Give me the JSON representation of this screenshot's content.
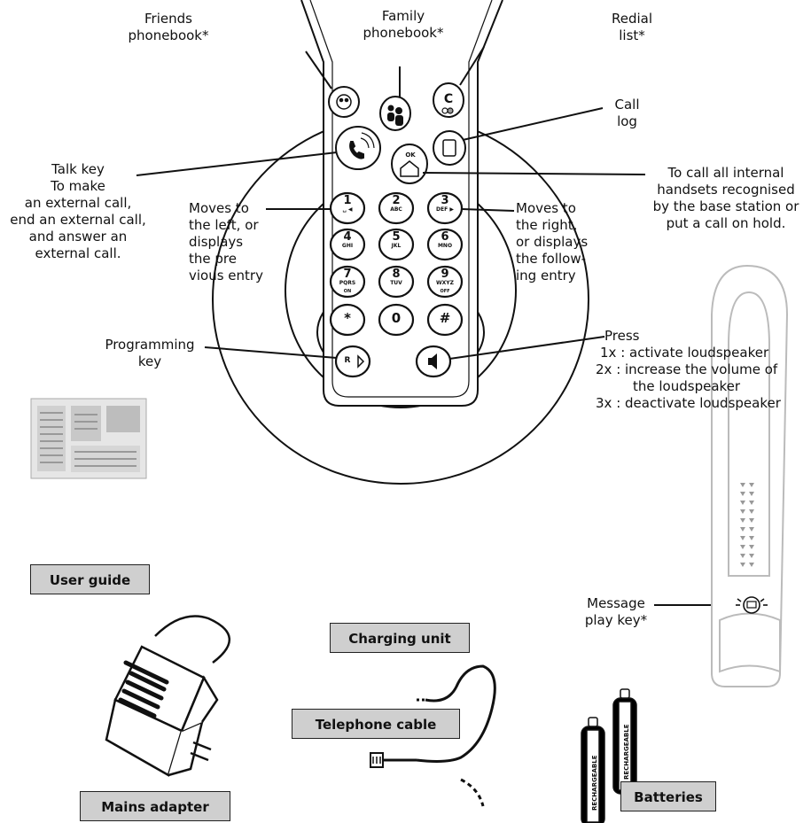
{
  "callouts": {
    "friends": [
      "Friends",
      "phonebook*"
    ],
    "family": [
      "Family",
      "phonebook*"
    ],
    "redial": [
      "Redial",
      "list*"
    ],
    "call_log": [
      "Call",
      "log"
    ],
    "talk_key": [
      "Talk key",
      "To make",
      "an external call,",
      "end an external call,",
      "and answer an",
      "external call."
    ],
    "internal": [
      "To call all internal",
      "handsets recognised",
      "by the base station or",
      "put a call on hold."
    ],
    "moves_left": [
      "Moves to",
      "the left, or",
      "displays",
      "the pre",
      "vious entry"
    ],
    "moves_right": [
      "Moves to",
      "the right,",
      "or displays",
      "the follow-",
      "ing entry"
    ],
    "programming": [
      "Programming",
      "key"
    ],
    "press": [
      "Press",
      "1x : activate loudspeaker",
      "2x : increase the volume of",
      "the loudspeaker",
      "3x : deactivate loudspeaker"
    ],
    "message": [
      "Message",
      "play key*"
    ]
  },
  "items": {
    "user_guide": "User guide",
    "charging_unit": "Charging unit",
    "telephone_cable": "Telephone cable",
    "mains_adapter": "Mains adapter",
    "batteries": "Batteries"
  },
  "keypad": [
    {
      "num": "1",
      "sub": "␣ ◀"
    },
    {
      "num": "2",
      "sub": "ABC"
    },
    {
      "num": "3",
      "sub": "DEF ▶"
    },
    {
      "num": "4",
      "sub": "GHI"
    },
    {
      "num": "5",
      "sub": "JKL"
    },
    {
      "num": "6",
      "sub": "MNO"
    },
    {
      "num": "7",
      "sub": "PQRS"
    },
    {
      "num": "8",
      "sub": "TUV"
    },
    {
      "num": "9",
      "sub": "WXYZ"
    },
    {
      "num": "*",
      "sub": ""
    },
    {
      "num": "0",
      "sub": ""
    },
    {
      "num": "#",
      "sub": ""
    }
  ],
  "keys": {
    "ok": "OK",
    "clear": "C",
    "r": "R",
    "on": "ON",
    "off": "OFF"
  },
  "battery_text": "RECHARGEABLE"
}
